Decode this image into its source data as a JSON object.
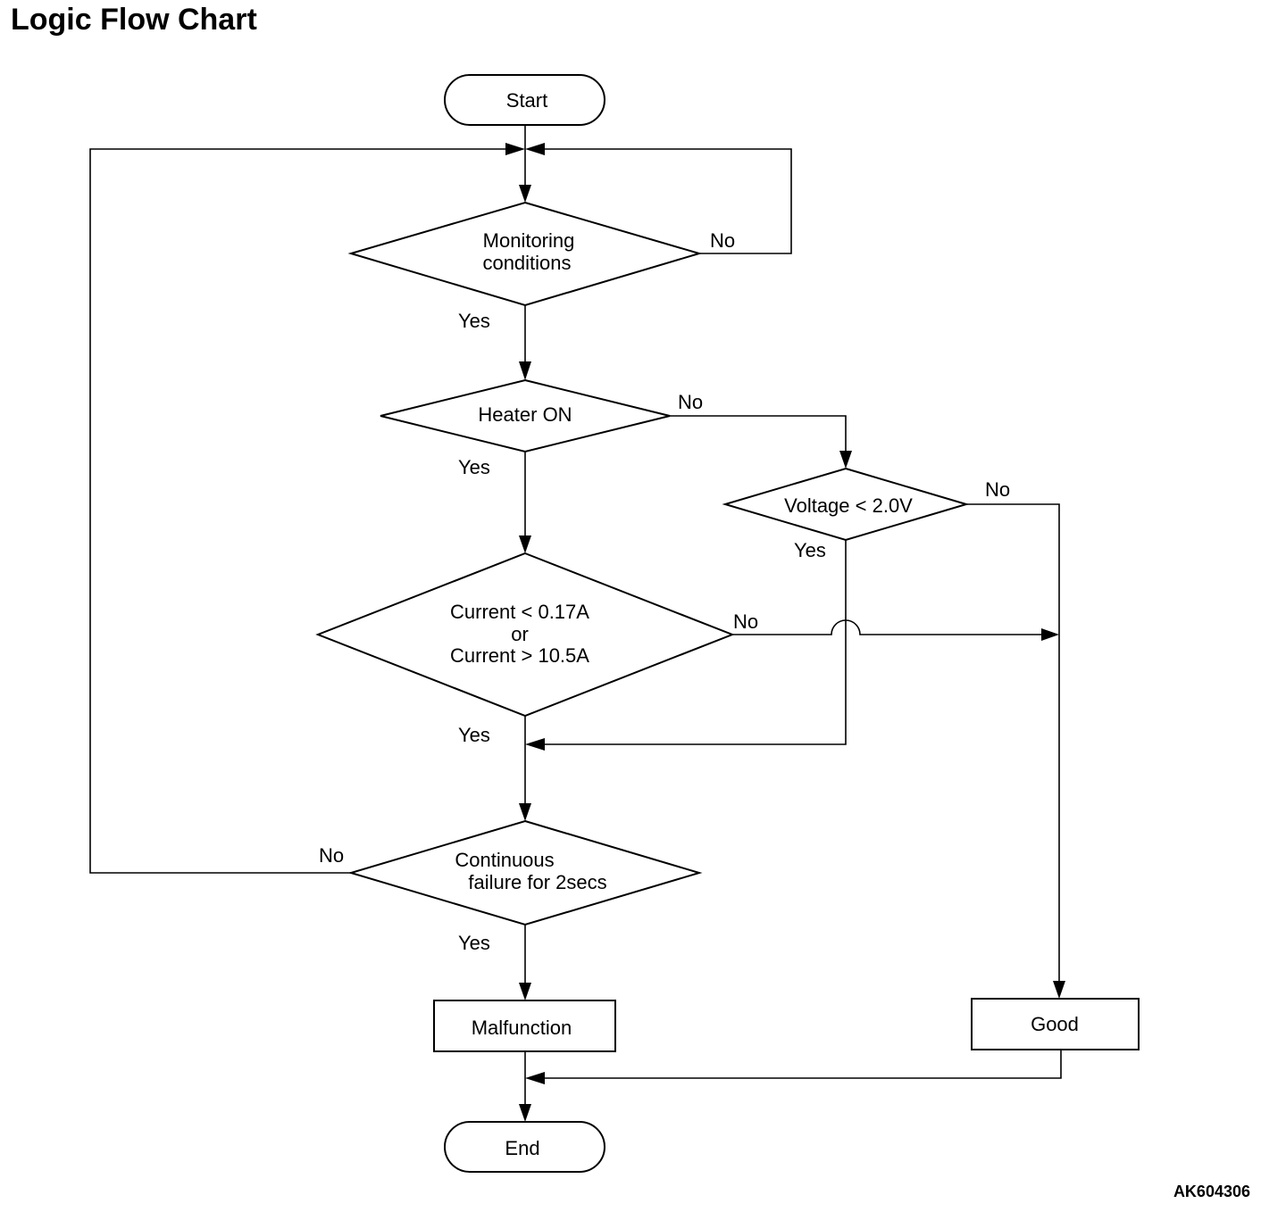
{
  "title": "Logic Flow Chart",
  "reference": "AK604306",
  "nodes": {
    "start": "Start",
    "monitoring": [
      "Monitoring",
      "conditions"
    ],
    "heater": "Heater ON",
    "voltage": "Voltage < 2.0V",
    "current": [
      "Current < 0.17A",
      "or",
      "Current > 10.5A"
    ],
    "continuous": [
      "Continuous",
      "failure for 2secs"
    ],
    "malfunction": "Malfunction",
    "good": "Good",
    "end": "End"
  },
  "edge_labels": {
    "monitoring_no": "No",
    "monitoring_yes": "Yes",
    "heater_no": "No",
    "heater_yes": "Yes",
    "voltage_no": "No",
    "voltage_yes": "Yes",
    "current_no": "No",
    "current_yes": "Yes",
    "continuous_no": "No",
    "continuous_yes": "Yes"
  }
}
